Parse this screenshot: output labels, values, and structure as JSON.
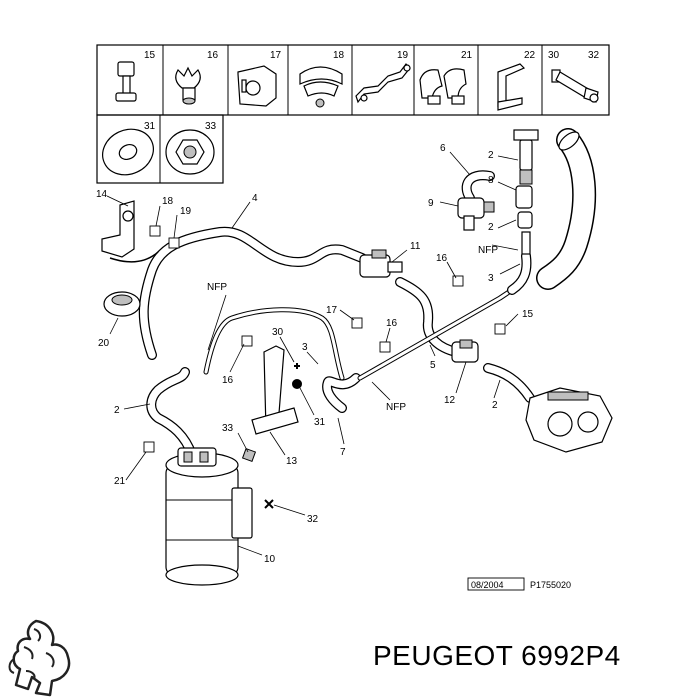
{
  "header_labels": [
    "15",
    "16",
    "17",
    "18",
    "19",
    "21",
    "22",
    "30",
    "32",
    "31",
    "33"
  ],
  "callouts": {
    "c14": "14",
    "c18": "18",
    "c19": "19",
    "c4": "4",
    "c20": "20",
    "c2a": "2",
    "c21": "21",
    "c6": "6",
    "c2b": "2",
    "c8": "8",
    "c9": "9",
    "c2c": "2",
    "c11": "11",
    "c16a": "16",
    "c3a": "3",
    "c17": "17",
    "c16b": "16",
    "c15": "15",
    "c3b": "3",
    "c5": "5",
    "c30": "30",
    "c31": "31",
    "c16c": "16",
    "c33": "33",
    "c13": "13",
    "c7": "7",
    "c12": "12",
    "c2d": "2",
    "c32": "32",
    "c10": "10"
  },
  "nfp_labels": {
    "n1": "NFP",
    "n2": "NFP",
    "n3": "NFP"
  },
  "date_code": "08/2004",
  "ref_code": "P1755020",
  "brand_text": "PEUGEOT 6992P4",
  "icons": [
    "peugeot-lion-logo-icon"
  ]
}
